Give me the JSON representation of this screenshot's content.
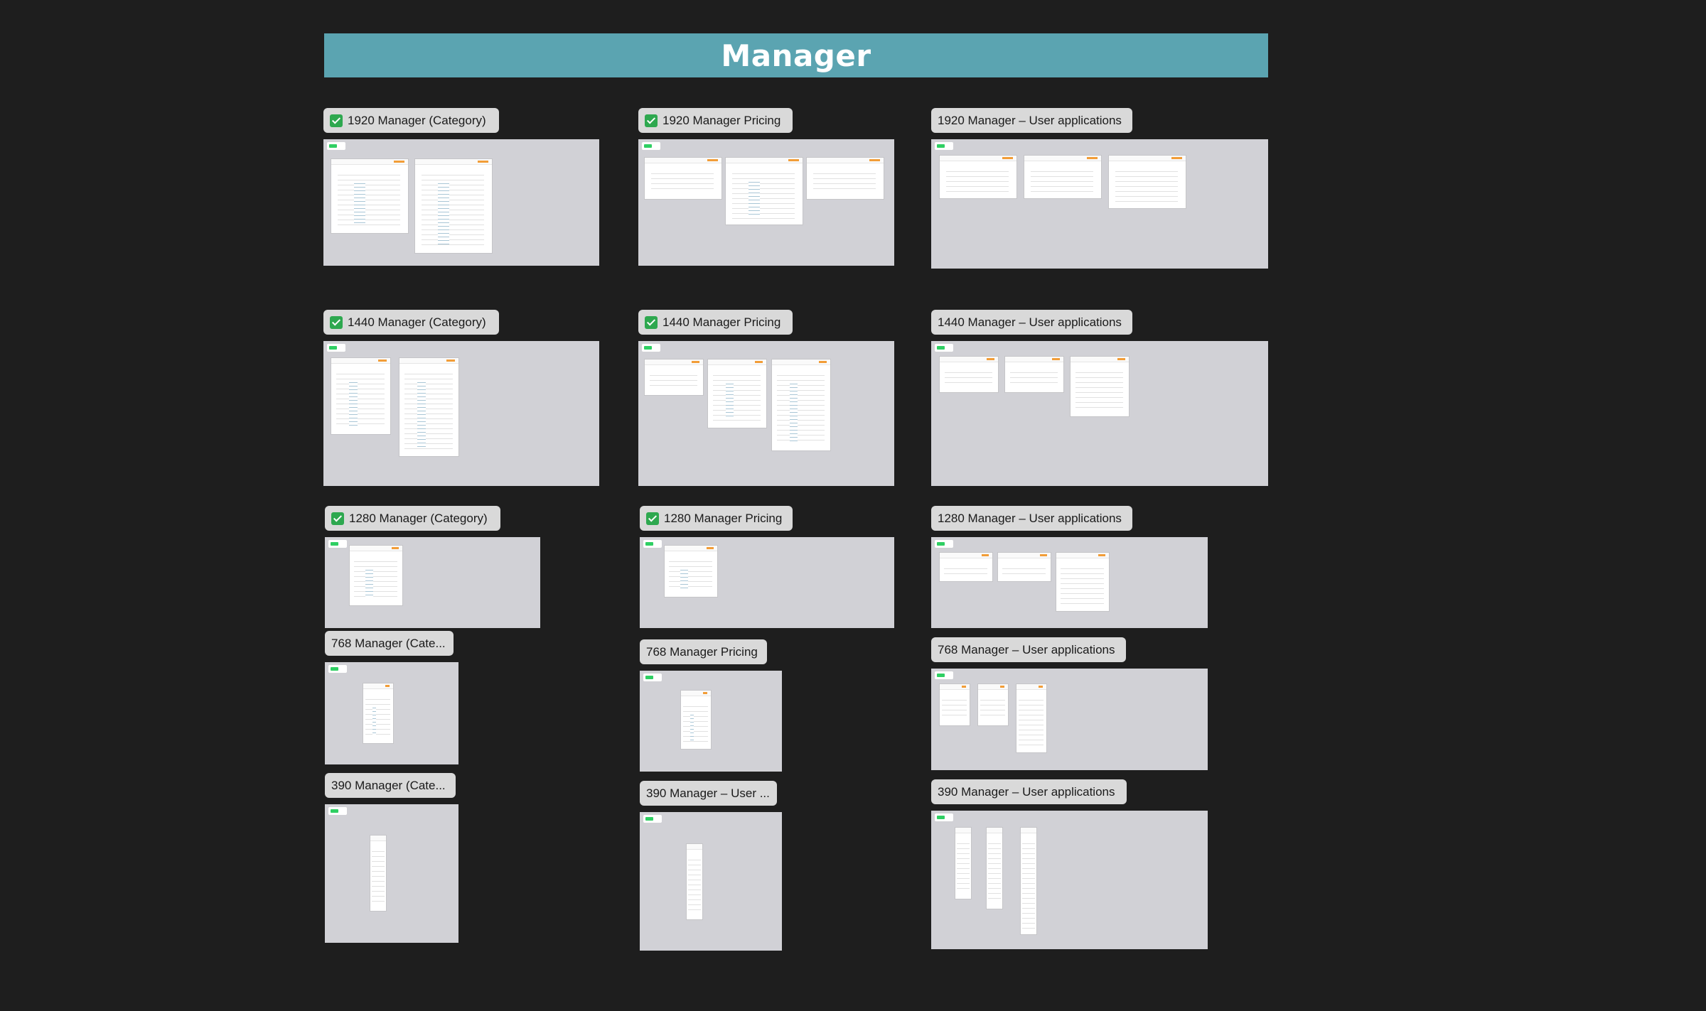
{
  "page": {
    "title": "Manager"
  },
  "colors": {
    "banner": "#5ba4b1",
    "background": "#1e1e1e",
    "frame": "#d1d1d6",
    "check": "#2ea84f",
    "accent": "#f29d38"
  },
  "sections": [
    {
      "label": "1920 Manager (Category)",
      "checked": true
    },
    {
      "label": "1920 Manager Pricing",
      "checked": true
    },
    {
      "label": "1920 Manager – User applications",
      "checked": false
    },
    {
      "label": "1440 Manager (Category)",
      "checked": true
    },
    {
      "label": "1440 Manager Pricing",
      "checked": true
    },
    {
      "label": "1440 Manager – User applications",
      "checked": false
    },
    {
      "label": "1280 Manager (Category)",
      "checked": true
    },
    {
      "label": "1280 Manager Pricing",
      "checked": true
    },
    {
      "label": "1280 Manager – User applications",
      "checked": false
    },
    {
      "label": "768 Manager (Cate...",
      "checked": false
    },
    {
      "label": "768 Manager Pricing",
      "checked": false
    },
    {
      "label": "768 Manager – User applications",
      "checked": false
    },
    {
      "label": "390 Manager (Cate...",
      "checked": false
    },
    {
      "label": "390 Manager – User ...",
      "checked": false
    },
    {
      "label": "390 Manager – User applications",
      "checked": false
    }
  ]
}
